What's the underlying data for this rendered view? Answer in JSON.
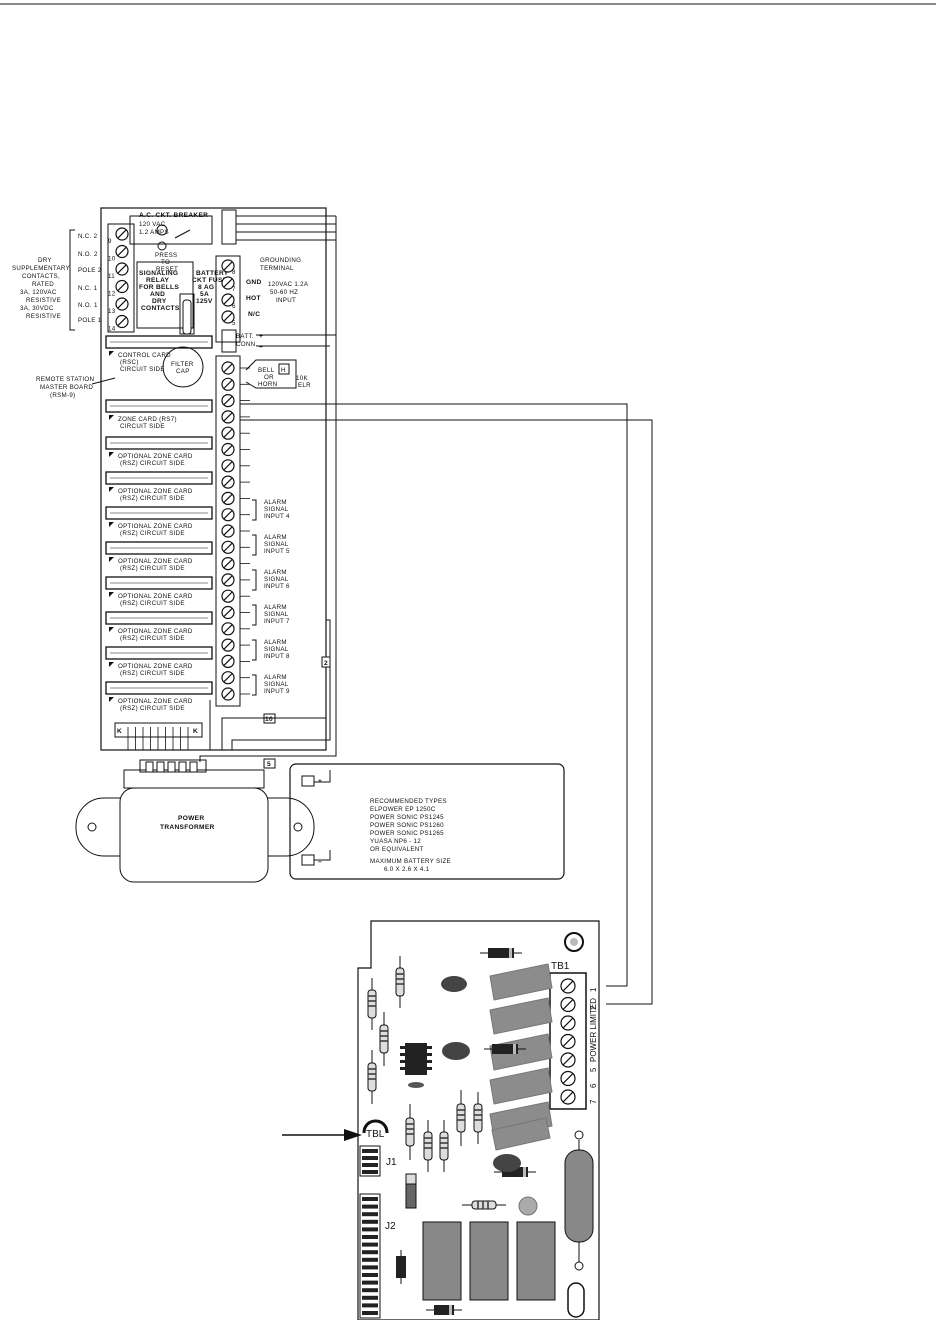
{
  "dialer_board": {
    "ac_breaker": [
      "A.C. CKT. BREAKER",
      "120 VAC",
      "1.2 AMPS"
    ],
    "press_to_reset": [
      "PRESS",
      "TO",
      "RESET"
    ],
    "relay_label": [
      "SIGNALING",
      "RELAY",
      "FOR BELLS",
      "AND",
      "DRY",
      "CONTACTS"
    ],
    "battery_fuse": [
      "BATTERY",
      "CKT FUSE",
      "8 AG",
      "5A",
      "125V"
    ],
    "contact_labels": [
      "N.C. 2",
      "N.O. 2",
      "POLE 2",
      "N.C. 1",
      "N.O. 1",
      "POLE 1"
    ],
    "contact_terminal_numbers": [
      "9",
      "10",
      "11",
      "12",
      "13",
      "14"
    ],
    "dry_contacts_note": [
      "DRY",
      "SUPPLEMENTARY",
      "CONTACTS,",
      "RATED",
      "3A, 120VAC",
      "RESISTIVE",
      "3A, 30VDC",
      "RESISTIVE"
    ],
    "grounding_terminal": [
      "GROUNDING",
      "TERMINAL"
    ],
    "ac_input": [
      "120VAC 1.2A",
      "50-60 HZ",
      "INPUT"
    ],
    "ac_terminals": [
      "GND",
      "HOT",
      "N/C"
    ],
    "ac_terminal_numbers": [
      "8",
      "7",
      "6",
      "5"
    ],
    "batt_conn": [
      "BATT.",
      "CONN."
    ],
    "batt_polarity": [
      "+",
      "−"
    ],
    "bell_horn": [
      "BELL",
      "OR",
      "HORN"
    ],
    "elr": [
      "10K",
      "ELR"
    ],
    "control_card": [
      "CONTROL CARD",
      "(RSC)",
      "CIRCUIT SIDE"
    ],
    "filter_cap": [
      "FILTER",
      "CAP"
    ],
    "master_board": [
      "REMOTE STATION",
      "MASTER BOARD",
      "(RSM-9)"
    ],
    "zone_card": [
      "ZONE CARD  (RS7)",
      "CIRCUIT SIDE"
    ],
    "optional_zone_card": [
      "OPTIONAL ZONE CARD",
      "(RSZ)  CIRCUIT SIDE"
    ],
    "alarm_inputs": [
      [
        "ALARM",
        "SIGNAL",
        "INPUT 4"
      ],
      [
        "ALARM",
        "SIGNAL",
        "INPUT 5"
      ],
      [
        "ALARM",
        "SIGNAL",
        "INPUT 6"
      ],
      [
        "ALARM",
        "SIGNAL",
        "INPUT 7"
      ],
      [
        "ALARM",
        "SIGNAL",
        "INPUT 8"
      ],
      [
        "ALARM",
        "SIGNAL",
        "INPUT 9"
      ]
    ],
    "tag_numbers": [
      "2",
      "10",
      "5"
    ],
    "connector_marks": [
      "K",
      "K"
    ]
  },
  "transformer": {
    "label": [
      "POWER",
      "TRANSFORMER"
    ]
  },
  "battery": {
    "polarity": [
      "+",
      "−"
    ],
    "text": [
      "RECOMMENDED  TYPES",
      "ELPOWER  EP 1250C",
      "POWER  SONIC  PS1245",
      "POWER  SONIC  PS1260",
      "POWER  SONIC  PS1265",
      "YUASA  NP6 - 12",
      "OR EQUIVALENT",
      "MAXIMUM  BATTERY  SIZE",
      "6.0 X 2.6 X 4.1"
    ]
  },
  "module_board": {
    "tb1_label": "TB1",
    "tb1_numbers": [
      "1",
      "2",
      "5",
      "6",
      "7"
    ],
    "power_limited": "POWER LIMITED",
    "tbl_label": "TBL",
    "j1_label": "J1",
    "j2_label": "J2"
  },
  "colors": {
    "line": "#111111",
    "component_fill": "#8c8c8c",
    "dark_component": "#3c3c3c"
  }
}
